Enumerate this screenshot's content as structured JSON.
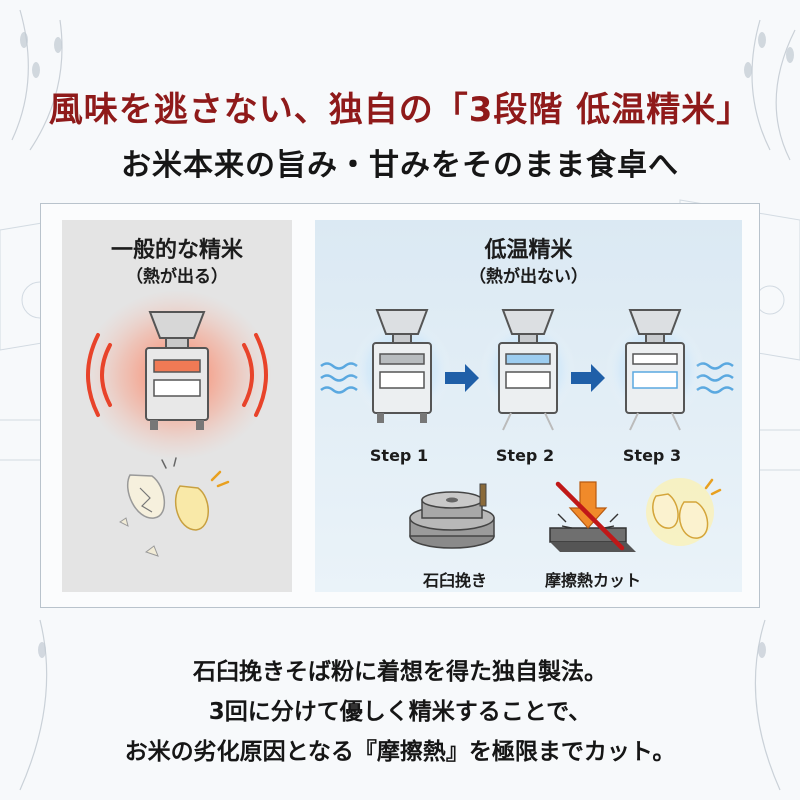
{
  "header": {
    "headline": "風味を逃さない、独自の「3段階 低温精米」",
    "subheadline": "お米本来の旨み・甘みをそのまま食卓へ"
  },
  "left_panel": {
    "title": "一般的な精米",
    "subtitle": "（熱が出る）"
  },
  "right_panel": {
    "title": "低温精米",
    "subtitle": "（熱が出ない）",
    "steps": [
      "Step 1",
      "Step 2",
      "Step 3"
    ],
    "icons": {
      "millstone_caption": "石臼挽き",
      "friction_caption": "摩擦熱カット"
    }
  },
  "body_text": [
    "石臼挽きそば粉に着想を得た独自製法。",
    "3回に分けて優しく精米することで、",
    "お米の劣化原因となる『摩擦熱』を極限までカット。"
  ],
  "colors": {
    "headline": "#8f1a1a",
    "heat_red": "#e8432a",
    "cool_blue": "#5aa8e0",
    "arrow_blue": "#1f5fa8"
  }
}
